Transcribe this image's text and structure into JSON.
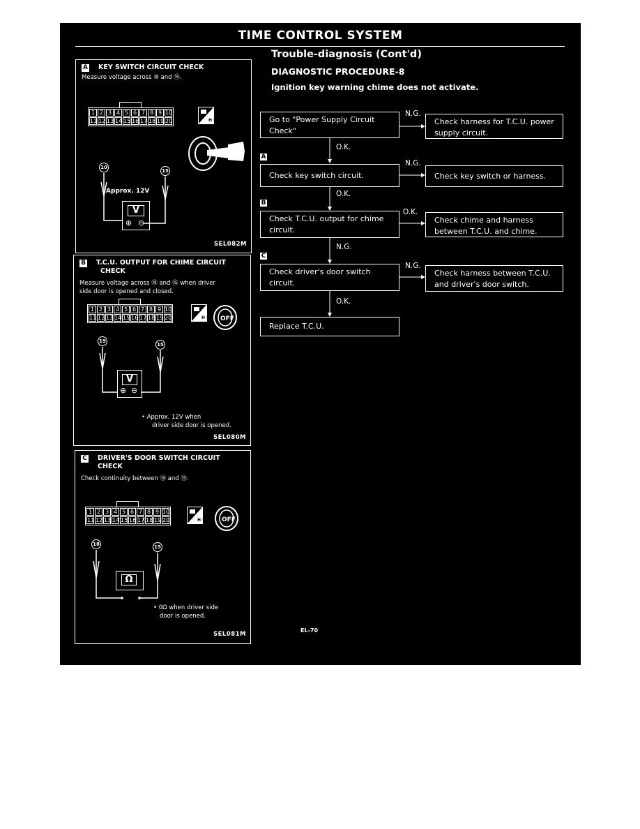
{
  "header": {
    "title": "TIME CONTROL SYSTEM",
    "subtitle": "Trouble-diagnosis (Cont'd)",
    "procedure": "DIAGNOSTIC PROCEDURE-8",
    "symptom": "Ignition key warning chime does not activate."
  },
  "pins": [
    "1",
    "2",
    "3",
    "4",
    "5",
    "6",
    "7",
    "8",
    "9",
    "10",
    "11",
    "12",
    "13",
    "14",
    "15",
    "16",
    "17",
    "18",
    "19",
    "20"
  ],
  "badge": {
    "text": "H S"
  },
  "key_off": "OFF",
  "panels": {
    "a": {
      "label": "A",
      "title": "KEY SWITCH CIRCUIT CHECK",
      "desc": "Measure voltage across ⑩ and ⑮.",
      "probe1": "10",
      "probe2": "15",
      "approx": "Approx. 12V",
      "meter": "V",
      "plus": "⊕",
      "minus": "⊖",
      "code": "SEL082M"
    },
    "b": {
      "label": "B",
      "title1": "T.C.U. OUTPUT FOR CHIME CIRCUIT",
      "title2": "CHECK",
      "desc1": "Measure voltage across ⑲ and ⑮ when driver",
      "desc2": "side door is opened and closed.",
      "probe1": "19",
      "probe2": "15",
      "meter": "V",
      "plus": "⊕",
      "minus": "⊖",
      "note1": "•  Approx. 12V when",
      "note2": "driver side door is opened.",
      "code": "SEL080M"
    },
    "c": {
      "label": "C",
      "title1": "DRIVER'S DOOR SWITCH CIRCUIT",
      "title2": "CHECK",
      "desc": "Check continuity between ⑱ and ⑮.",
      "probe1": "18",
      "probe2": "15",
      "meter": "Ω",
      "note1": "• 0Ω when driver side",
      "note2": "door is opened.",
      "code": "SEL081M"
    }
  },
  "flow": {
    "step1": {
      "line1": "Go to \"Power Supply Circuit",
      "line2": "Check\""
    },
    "result1": {
      "line1": "Check harness for T.C.U. power",
      "line2": "supply circuit."
    },
    "labelA": "A",
    "step2": "Check key switch circuit.",
    "result2": "Check key switch or harness.",
    "labelB": "B",
    "step3": {
      "line1": "Check T.C.U. output for chime",
      "line2": "circuit."
    },
    "result3": {
      "line1": "Check chime and harness",
      "line2": "between T.C.U. and chime."
    },
    "labelC": "C",
    "step4": {
      "line1": "Check driver's door switch",
      "line2": "circuit."
    },
    "result4": {
      "line1": "Check harness between T.C.U.",
      "line2": "and driver's door switch."
    },
    "step5": "Replace T.C.U.",
    "ng": "N.G.",
    "ok": "O.K."
  },
  "footer": {
    "page": "EL-70"
  }
}
